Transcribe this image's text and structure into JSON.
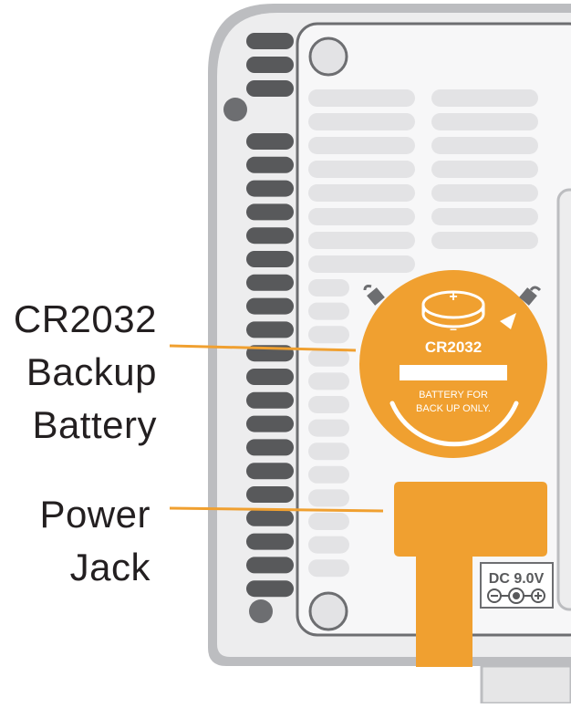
{
  "callouts": {
    "battery": {
      "lines": [
        "CR2032",
        "Backup",
        "Battery"
      ]
    },
    "power": {
      "lines": [
        "Power",
        "Jack"
      ]
    }
  },
  "battery_cover": {
    "model": "CR2032",
    "plus": "+",
    "minus": "–",
    "note_line1": "BATTERY FOR",
    "note_line2": "BACK UP ONLY."
  },
  "power_spec": {
    "label": "DC 9.0V"
  },
  "colors": {
    "accent": "#f0a030",
    "body_outline": "#6d6e71",
    "body_fill": "#f4f4f5",
    "vent": "#e3e3e5",
    "side_slot": "#58595b",
    "text": "#231f20"
  }
}
